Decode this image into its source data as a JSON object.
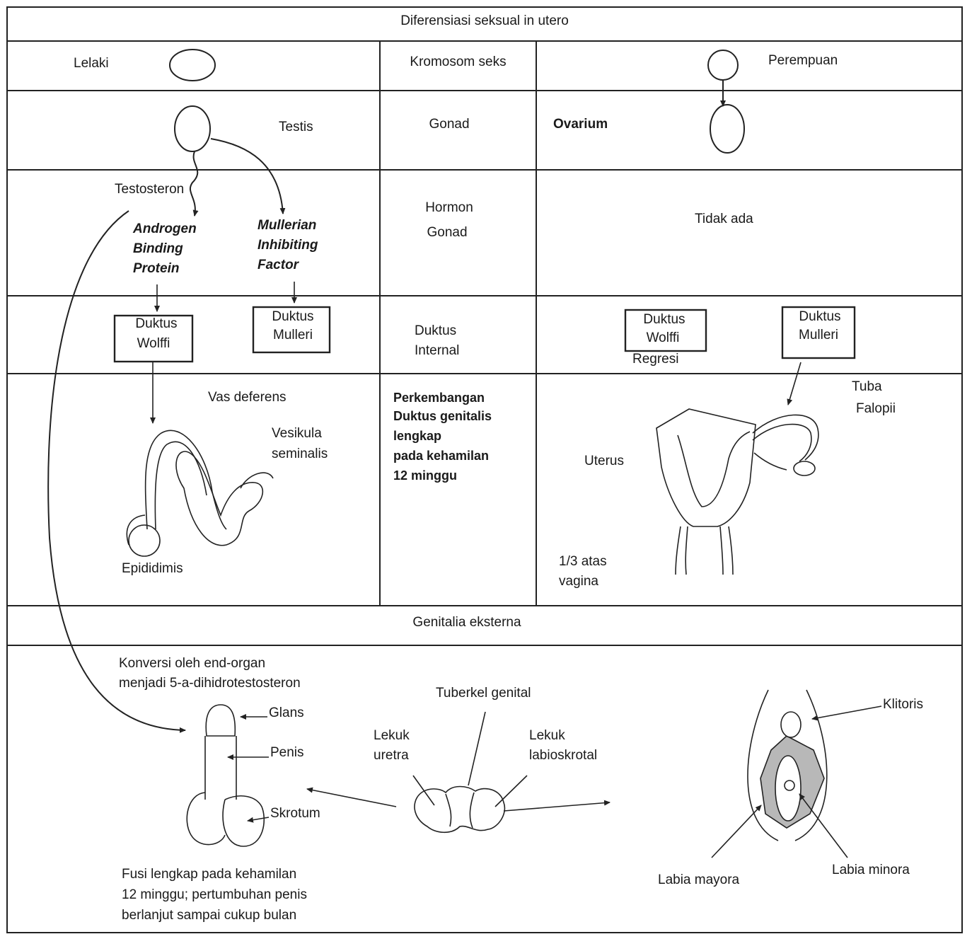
{
  "title": "Diferensiasi seksual in utero",
  "header": {
    "male": "Lelaki",
    "middle": "Kromosom seks",
    "female": "Perempuan"
  },
  "gonad_row": {
    "male": "Testis",
    "middle": "Gonad",
    "female": "Ovarium"
  },
  "hormone_row": {
    "testosterone": "Testosteron",
    "abp": [
      "Androgen",
      "Binding",
      "Protein"
    ],
    "mif": [
      "Mullerian",
      "Inhibiting",
      "Factor"
    ],
    "middle": [
      "Hormon",
      "Gonad"
    ],
    "female": "Tidak ada"
  },
  "duct_row": {
    "male_wolffi": [
      "Duktus",
      "Wolffi"
    ],
    "male_muller": [
      "Duktus",
      "Mulleri"
    ],
    "middle": [
      "Duktus",
      "Internal"
    ],
    "female_wolffi": [
      "Duktus",
      "Wolffi"
    ],
    "female_regresi": "Regresi",
    "female_muller": [
      "Duktus",
      "Mulleri"
    ]
  },
  "internal_row": {
    "vas": "Vas deferens",
    "vesikula": [
      "Vesikula",
      "seminalis"
    ],
    "epididimis": "Epididimis",
    "middle": [
      "Perkembangan",
      "Duktus genitalis",
      "lengkap",
      "pada kehamilan",
      "12 minggu"
    ],
    "tuba": [
      "Tuba",
      "Falopii"
    ],
    "uterus": "Uterus",
    "vagina": [
      "1/3 atas",
      "vagina"
    ]
  },
  "external": {
    "header": "Genitalia eksterna",
    "conversion": [
      "Konversi oleh end-organ",
      "menjadi 5-a-dihidrotestosteron"
    ],
    "glans": "Glans",
    "penis": "Penis",
    "skrotum": "Skrotum",
    "fusi": [
      "Fusi lengkap pada kehamilan",
      "12 minggu; pertumbuhan penis",
      "berlanjut sampai cukup bulan"
    ],
    "tuberkel": "Tuberkel genital",
    "lekuk_uretra": [
      "Lekuk",
      "uretra"
    ],
    "lekuk_labio": [
      "Lekuk",
      "labioskrotal"
    ],
    "klitoris": "Klitoris",
    "labia_mayora": "Labia mayora",
    "labia_minora": "Labia minora"
  },
  "colors": {
    "line": "#222222",
    "shade": "#b8b8b8"
  }
}
